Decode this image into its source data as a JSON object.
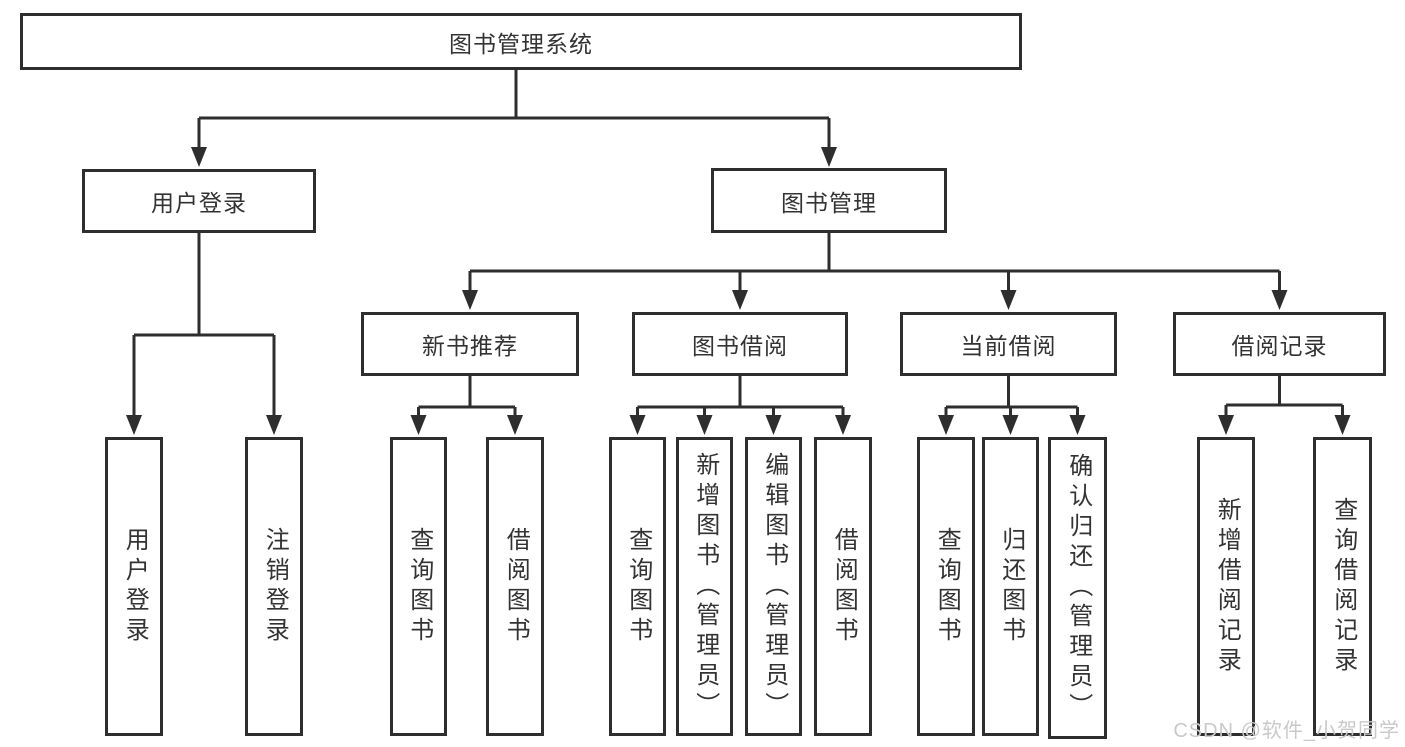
{
  "tree": {
    "label": "图书管理系统",
    "children": [
      {
        "label": "用户登录",
        "children": [
          {
            "label": "用户登录"
          },
          {
            "label": "注销登录"
          }
        ]
      },
      {
        "label": "图书管理",
        "children": [
          {
            "label": "新书推荐",
            "children": [
              {
                "label": "查询图书"
              },
              {
                "label": "借阅图书"
              }
            ]
          },
          {
            "label": "图书借阅",
            "children": [
              {
                "label": "查询图书"
              },
              {
                "label": "新增图书（管理员）"
              },
              {
                "label": "编辑图书（管理员）"
              },
              {
                "label": "借阅图书"
              }
            ]
          },
          {
            "label": "当前借阅",
            "children": [
              {
                "label": "查询图书"
              },
              {
                "label": "归还图书"
              },
              {
                "label": "确认归还（管理员）"
              }
            ]
          },
          {
            "label": "借阅记录",
            "children": [
              {
                "label": "新增借阅记录"
              },
              {
                "label": "查询借阅记录"
              }
            ]
          }
        ]
      }
    ]
  },
  "watermark": {
    "text": "CSDN @软件_小贺同学"
  },
  "colors": {
    "line": "#2e2e2e",
    "text": "#333333",
    "background": "#ffffff",
    "watermark": "#c9c9c9"
  }
}
